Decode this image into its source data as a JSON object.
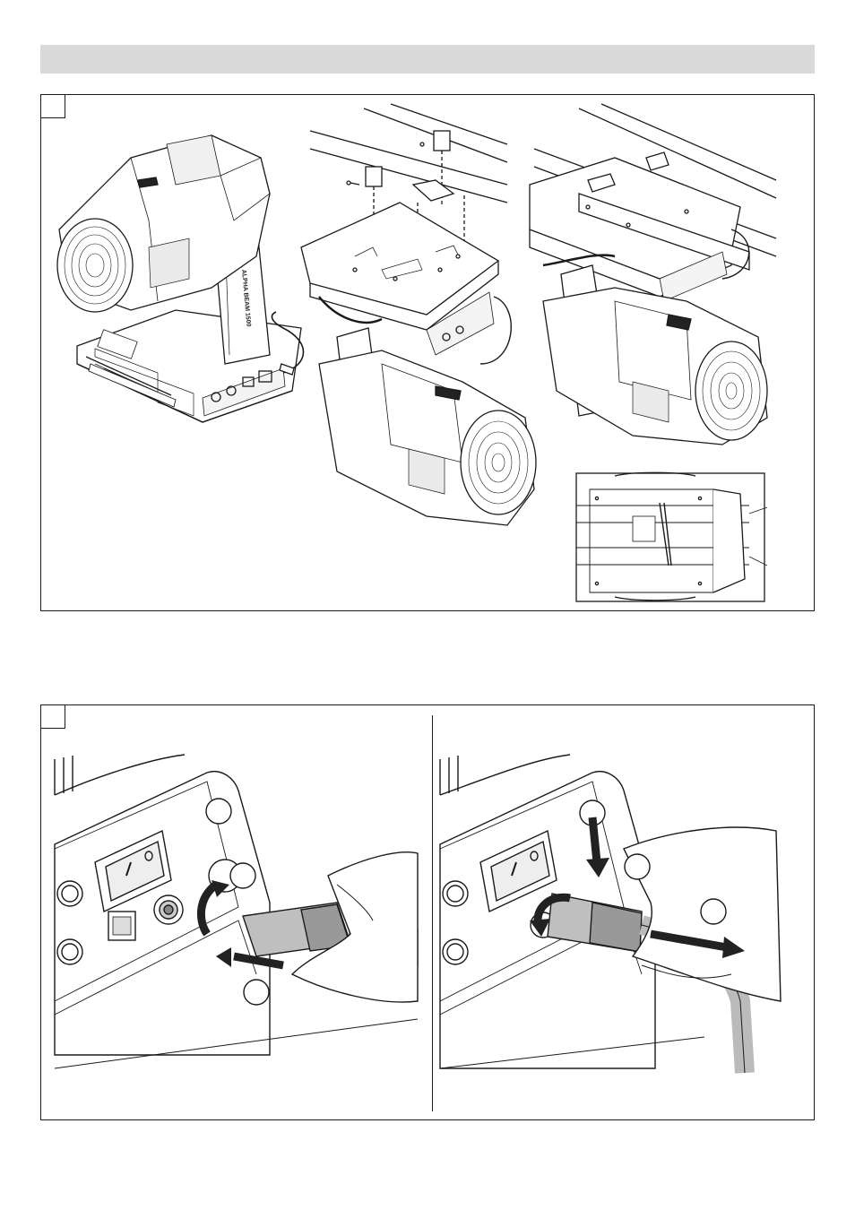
{
  "page": {
    "header_bar_color": "#d9d9d9",
    "line_color": "#1a1a1a"
  },
  "figure1": {
    "fixture_label_text": "ALPHA BEAM 1500",
    "views": [
      "floor-standing-fixture",
      "clamp-mounting-exploded",
      "truss-mounted-fixture",
      "top-view-inset"
    ]
  },
  "figure2": {
    "panels": [
      "connect-power-plug",
      "disconnect-power-plug"
    ]
  }
}
